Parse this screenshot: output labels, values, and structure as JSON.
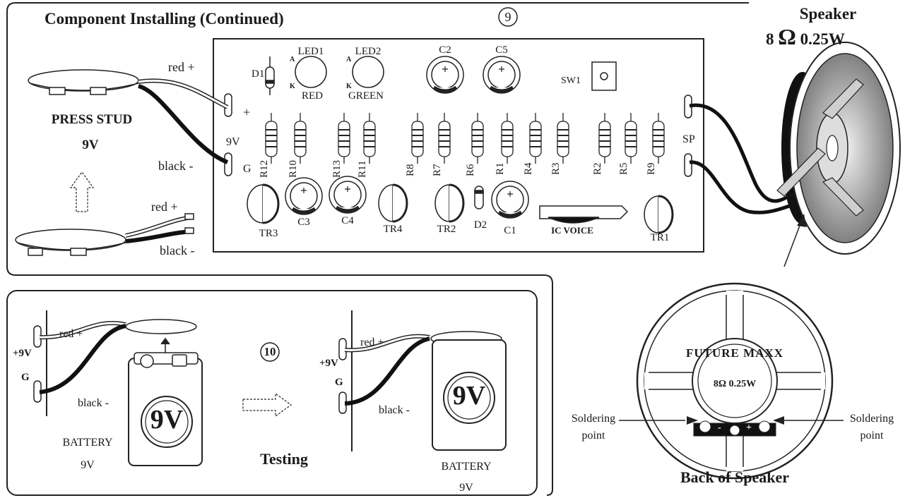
{
  "title": "Component Installing (Continued)",
  "step9": "9",
  "step10": "10",
  "speaker": {
    "title": "Speaker",
    "spec_prefix": "8",
    "spec_symbol": "Ω",
    "spec_suffix": "0.25W"
  },
  "press_stud": {
    "name": "PRESS STUD",
    "voltage": "9V"
  },
  "wires": {
    "red": "red +",
    "black": "black -"
  },
  "board": {
    "plus": "+",
    "nine_v": "9V",
    "ground": "G",
    "sp": "SP",
    "d1": "D1",
    "d2": "D2",
    "led1": "LED1",
    "led2": "LED2",
    "led_a": "A",
    "led_k": "K",
    "led1_color": "RED",
    "led2_color": "GREEN",
    "c1": "C1",
    "c2": "C2",
    "c3": "C3",
    "c4": "C4",
    "c5": "C5",
    "sw1": "SW1",
    "tr1": "TR1",
    "tr2": "TR2",
    "tr3": "TR3",
    "tr4": "TR4",
    "ic": "IC VOICE",
    "resistors": [
      "R12",
      "R10",
      "R13",
      "R11",
      "R8",
      "R7",
      "R6",
      "R1",
      "R4",
      "R3",
      "R2",
      "R5",
      "R9"
    ]
  },
  "battery_section": {
    "plus9v": "+9V",
    "ground": "G",
    "battery": "BATTERY",
    "voltage": "9V",
    "badge": "9V",
    "testing": "Testing"
  },
  "back_speaker": {
    "brand": "FUTURE MAXX",
    "spec": "8Ω 0.25W",
    "minus": "-",
    "plus": "+",
    "soldering_a": "Soldering",
    "soldering_b": "point",
    "caption": "Back of Speaker"
  }
}
